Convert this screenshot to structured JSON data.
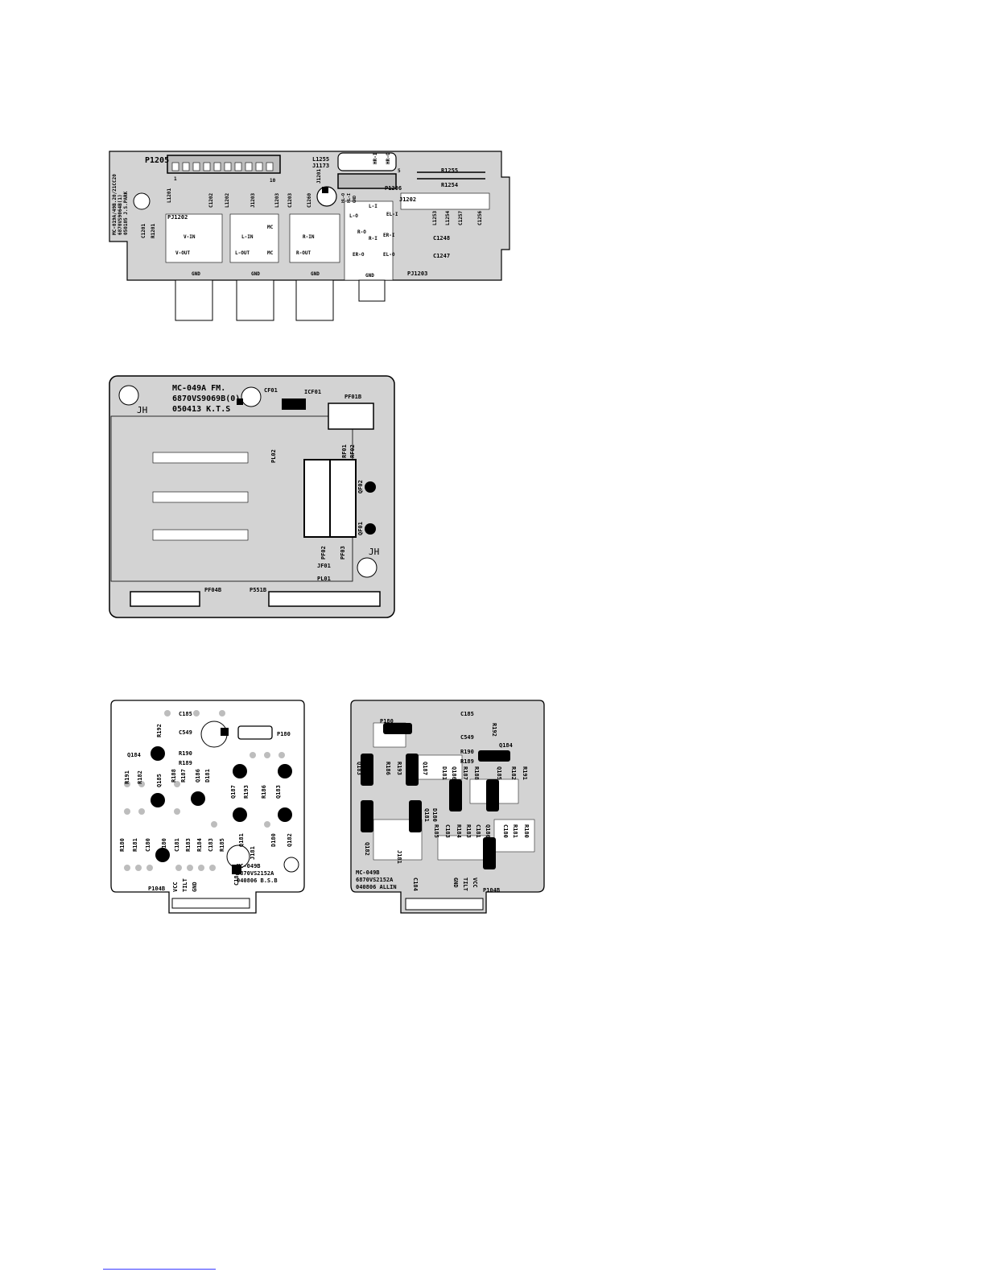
{
  "board1": {
    "id_lines": [
      "MC-019A/49B.20/21CC20",
      "6870VS9064B(1)",
      "050105 J.S.PARK"
    ],
    "labels": {
      "p1205": "P1205",
      "pin1": "1",
      "pin10": "10",
      "l1255": "L1255",
      "j1173": "J1173",
      "hr1": "HR-I",
      "hr0": "HR-O",
      "pin5": "5",
      "r1255": "R1255",
      "r1254": "R1254",
      "p1206": "P1206",
      "j1202": "J1202",
      "l1201": "L1201",
      "c1202": "C1202",
      "l1202": "L1202",
      "j1203": "J1203",
      "l1203": "L1203",
      "c1203": "C1203",
      "c1260": "C1260",
      "j1201": "J1201",
      "hl0": "HL-O",
      "hl1": "HL-I",
      "gndv": "GND",
      "l1": "L-I",
      "l0": "L-O",
      "el1": "EL-I",
      "r0": "R-O",
      "r1": "R-I",
      "er1": "ER-I",
      "er0": "ER-O",
      "el0": "EL-O",
      "l1253": "L1253",
      "l1254": "L1254",
      "c1257": "C1257",
      "c1256": "C1256",
      "c1248": "C1248",
      "c1247": "C1247",
      "c1201": "C1201",
      "r1201": "R1201",
      "pj1202": "PJ1202",
      "vin": "V-IN",
      "vout": "V-OUT",
      "lin": "L-IN",
      "lout": "L-OUT",
      "mc1": "MC",
      "mc2": "MC",
      "rin": "R-IN",
      "rout": "R-OUT",
      "gnd1": "GND",
      "gnd2": "GND",
      "gnd3": "GND",
      "gnd4": "GND",
      "pj1203": "PJ1203"
    }
  },
  "board2": {
    "title": "MC-049A FM.",
    "part_no": "6870VS9069B(0)",
    "date": "050413 K.T.S",
    "labels": {
      "jh1": "JH",
      "jh2": "JH",
      "cf01": "CF01",
      "icf01": "ICF01",
      "pf01b": "PF01B",
      "pl02": "PL02",
      "rf01": "RF01",
      "rf02": "RF02",
      "qf02": "QF02",
      "qf01": "QF01",
      "pf02": "PF02",
      "pf03": "PF03",
      "jf01": "JF01",
      "pl01": "PL01",
      "pf04b": "PF04B",
      "p551b": "P551B"
    }
  },
  "board3": {
    "id_lines": [
      "MC-049B",
      "6870VS2152A",
      "040806 B.S.B"
    ],
    "labels": {
      "c185": "C185",
      "r192": "R192",
      "c549": "C549",
      "p180": "P180",
      "q184": "Q184",
      "r190": "R190",
      "r189": "R189",
      "r191": "R191",
      "r182": "R182",
      "q185": "Q185",
      "r188": "R188",
      "r187": "R187",
      "q186": "Q186",
      "d181": "D181",
      "q187": "Q187",
      "r193": "R193",
      "r186": "R186",
      "q183": "Q183",
      "r180": "R180",
      "r181": "R181",
      "c180": "C180",
      "q180": "Q180",
      "c181": "C181",
      "r183": "R183",
      "r184": "R184",
      "c183": "C183",
      "r185": "R185",
      "q181": "Q181",
      "d180": "D180",
      "q182": "Q182",
      "j181": "J181",
      "c184": "C184",
      "p104b": "P104B",
      "vcc": "VCC",
      "tilt": "TILT",
      "gnd": "GND"
    }
  },
  "board4": {
    "id_lines": [
      "MC-049B",
      "6870VS2152A",
      "040806 ALLIN"
    ],
    "labels": {
      "p180": "P180",
      "c185": "C185",
      "r192": "R192",
      "c549": "C549",
      "q184": "Q184",
      "r190": "R190",
      "r189": "R189",
      "q183": "Q183",
      "r186": "R186",
      "r193": "R193",
      "q187": "Q187",
      "d181": "D181",
      "q186": "Q186",
      "r187": "R187",
      "r188": "R188",
      "q185": "Q185",
      "r182": "R182",
      "r191": "R191",
      "d180": "D180",
      "q181": "Q181",
      "r185": "R185",
      "c183": "C183",
      "r184": "R184",
      "r183": "R183",
      "c181": "C181",
      "q180": "Q180",
      "c180": "C180",
      "r181": "R181",
      "r180": "R180",
      "q182": "Q182",
      "j181": "J181",
      "c184": "C184",
      "gnd": "GND",
      "tilt": "TILT",
      "vcc": "VCC",
      "p104b": "P104B"
    }
  }
}
